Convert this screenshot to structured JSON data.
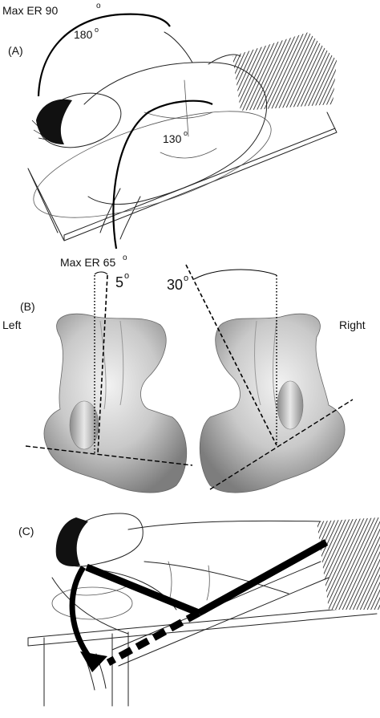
{
  "panels": {
    "a": {
      "label": "(A)",
      "max_er_top": "Max ER 90",
      "deg_top": "o",
      "arc_180": "180",
      "arc_180_deg": "o",
      "arc_130": "130",
      "arc_130_deg": "o",
      "max_er_bottom": "Max ER 65",
      "deg_bottom": "o"
    },
    "b": {
      "label": "(B)",
      "left": "Left",
      "right": "Right",
      "angle_left": "5",
      "angle_left_deg": "o",
      "angle_right": "30",
      "angle_right_deg": "o"
    },
    "c": {
      "label": "(C)"
    }
  }
}
